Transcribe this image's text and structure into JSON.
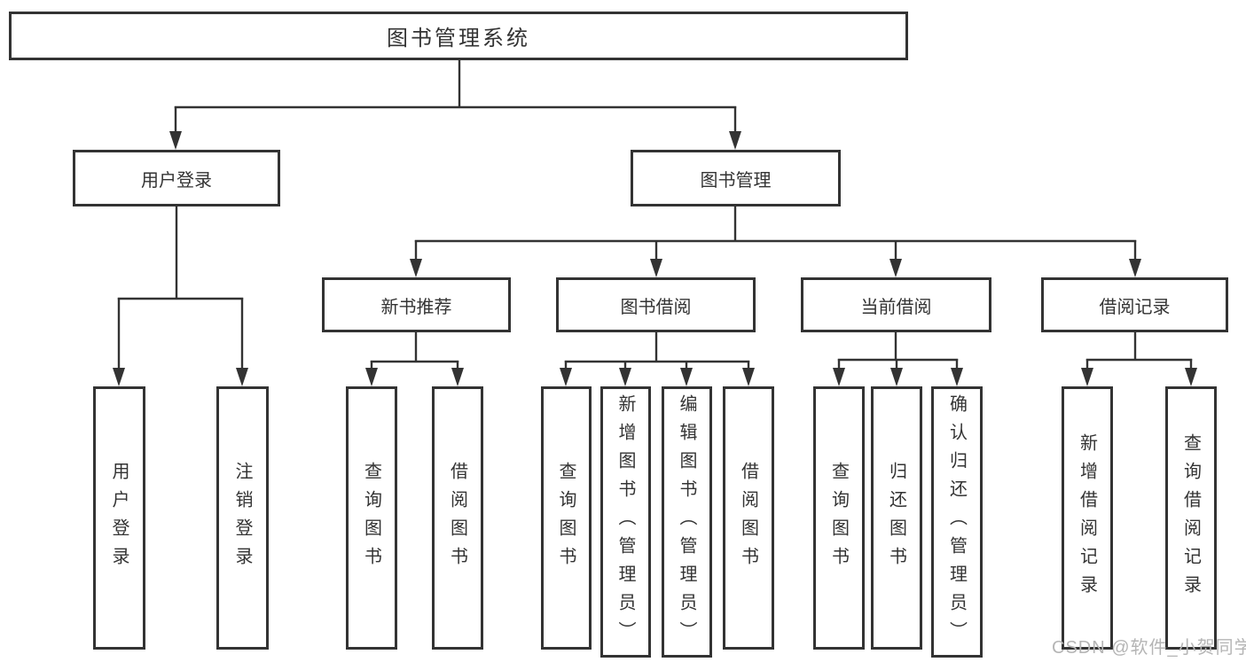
{
  "diagram": {
    "root": {
      "label": "图书管理系统"
    },
    "level2": [
      {
        "label": "用户登录",
        "children": [
          {
            "label": "用户登录"
          },
          {
            "label": "注销登录"
          }
        ]
      },
      {
        "label": "图书管理",
        "children": [
          {
            "label": "新书推荐",
            "children": [
              {
                "label": "查询图书"
              },
              {
                "label": "借阅图书"
              }
            ]
          },
          {
            "label": "图书借阅",
            "children": [
              {
                "label": "查询图书"
              },
              {
                "label": "新增图书（管理员）"
              },
              {
                "label": "编辑图书（管理员）"
              },
              {
                "label": "借阅图书"
              }
            ]
          },
          {
            "label": "当前借阅",
            "children": [
              {
                "label": "查询图书"
              },
              {
                "label": "归还图书"
              },
              {
                "label": "确认归还（管理员）"
              }
            ]
          },
          {
            "label": "借阅记录",
            "children": [
              {
                "label": "新增借阅记录"
              },
              {
                "label": "查询借阅记录"
              }
            ]
          }
        ]
      }
    ]
  },
  "watermark": {
    "text": "CSDN @软件_小贺同学"
  },
  "colors": {
    "line": "#333333",
    "box_border": "#333333",
    "text": "#333333",
    "background": "#ffffff",
    "watermark": "#b5b5b5"
  }
}
